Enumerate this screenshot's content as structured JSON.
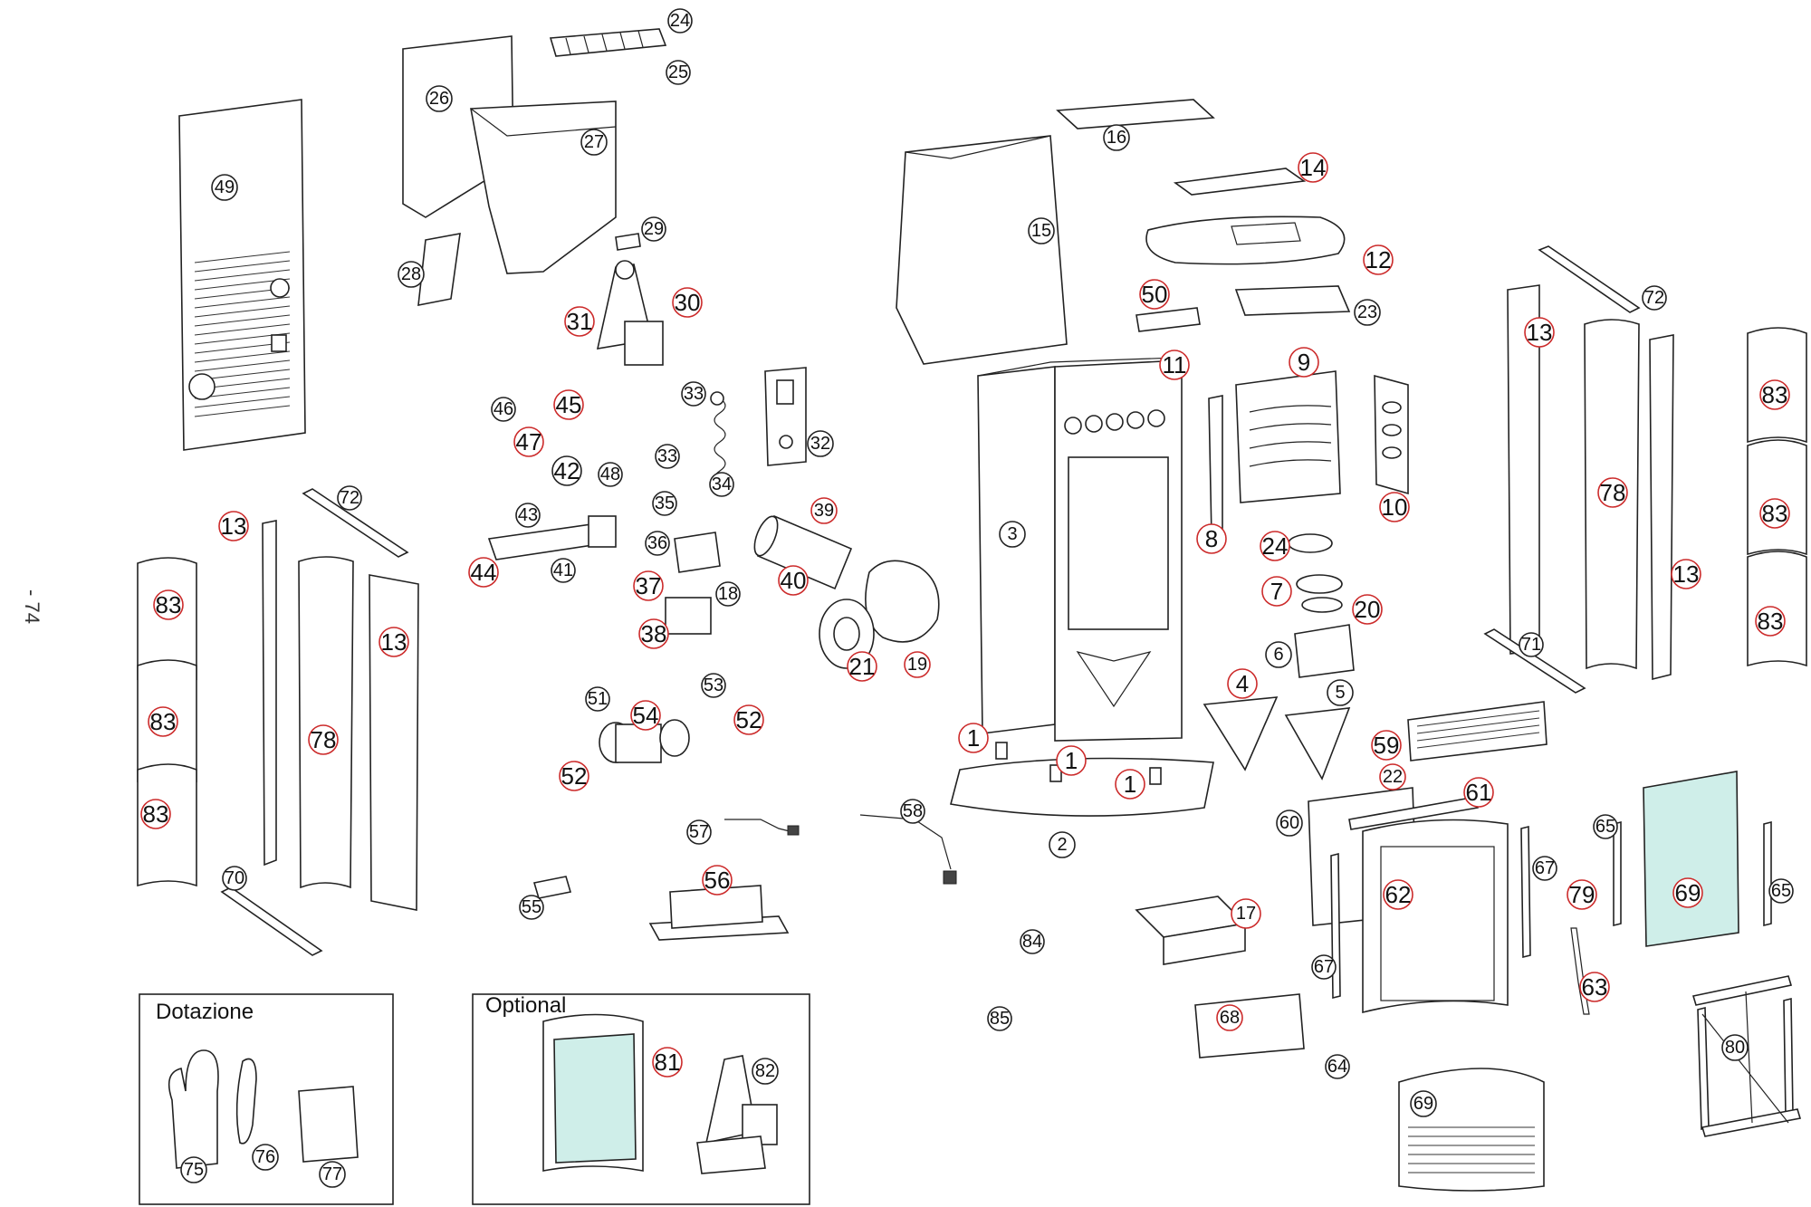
{
  "page_number": "- 74",
  "boxes": {
    "supplied": {
      "title": "Dotazione",
      "items": [
        "75",
        "76",
        "77"
      ]
    },
    "optional": {
      "title": "Optional",
      "items": [
        "81",
        "82"
      ]
    }
  },
  "callouts": [
    "1",
    "2",
    "3",
    "4",
    "5",
    "6",
    "7",
    "8",
    "9",
    "10",
    "11",
    "12",
    "13",
    "14",
    "15",
    "16",
    "17",
    "18",
    "19",
    "20",
    "21",
    "22",
    "23",
    "24",
    "25",
    "26",
    "27",
    "28",
    "29",
    "30",
    "31",
    "32",
    "33",
    "34",
    "35",
    "36",
    "37",
    "38",
    "39",
    "40",
    "41",
    "42",
    "43",
    "44",
    "45",
    "46",
    "47",
    "48",
    "49",
    "50",
    "51",
    "52",
    "53",
    "54",
    "55",
    "56",
    "57",
    "58",
    "59",
    "60",
    "61",
    "62",
    "63",
    "64",
    "65",
    "67",
    "68",
    "69",
    "70",
    "71",
    "72",
    "75",
    "76",
    "77",
    "78",
    "79",
    "80",
    "81",
    "82",
    "83",
    "84",
    "85"
  ],
  "colors": {
    "callout_ring": "#cc2b2b",
    "glass": "#cfeee9",
    "line": "#222222"
  }
}
